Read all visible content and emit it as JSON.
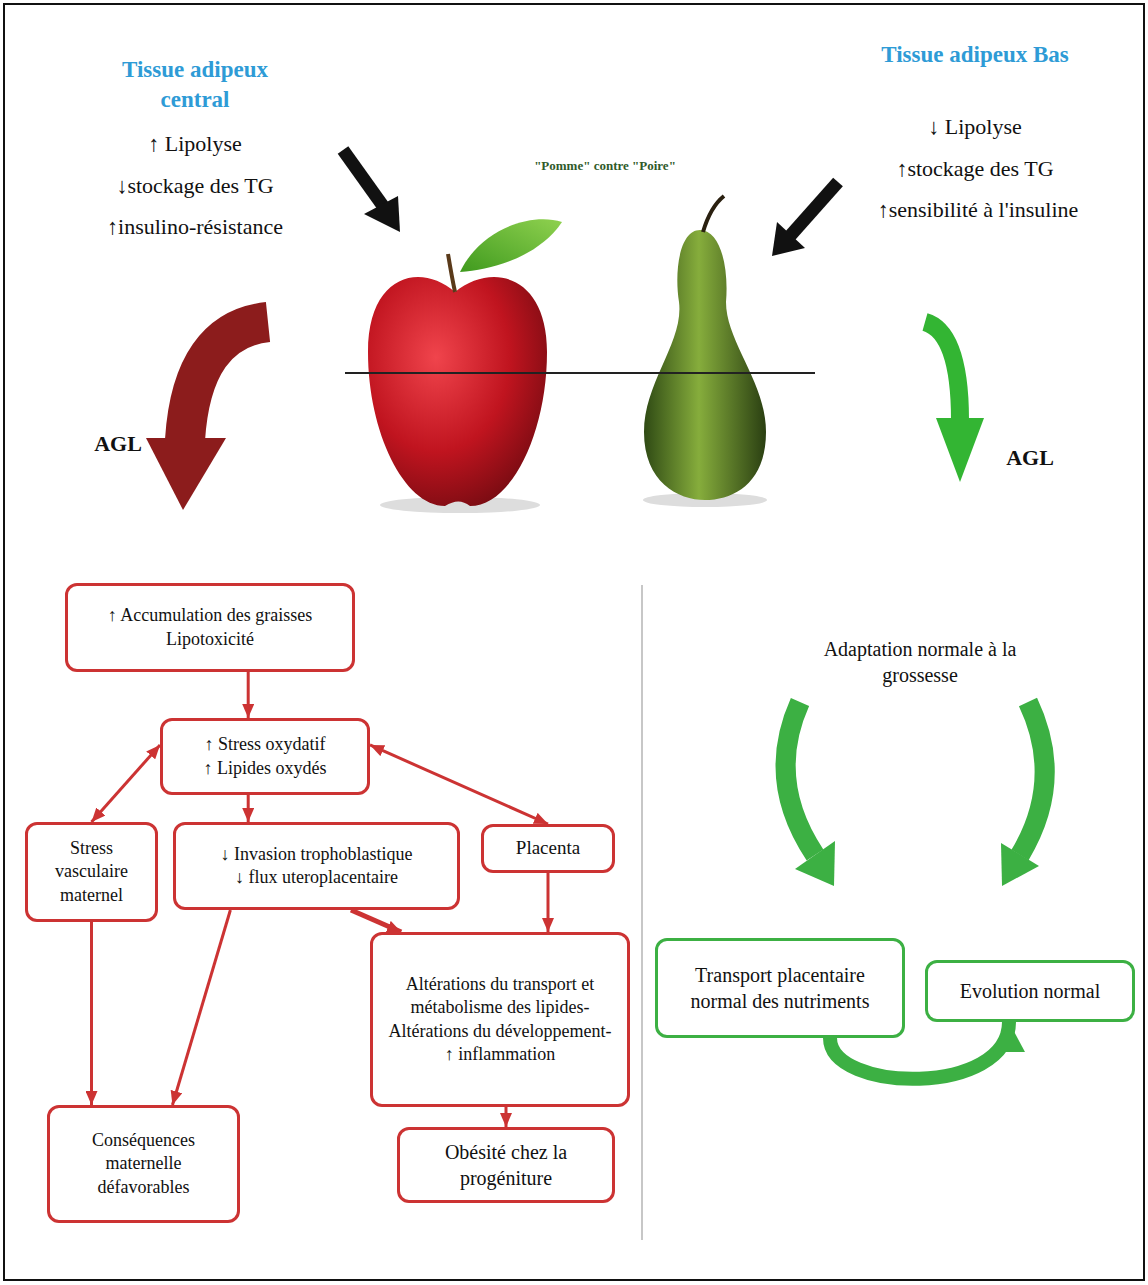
{
  "diagram": {
    "nodes": [
      {
        "text": [
          "↑ Accumulation des graisses",
          "Lipotoxicité"
        ]
      },
      {
        "text": [
          "↑ Stress oxydatif",
          "↑ Lipides oxydés"
        ]
      },
      {
        "text": [
          "Stress vasculaire maternel"
        ]
      },
      {
        "text": [
          "↓ Invasion trophoblastique",
          "↓ flux uteroplacentaire"
        ]
      },
      {
        "text": [
          "Placenta"
        ]
      },
      {
        "text": [
          "Altérations du transport et métabolisme des lipides- Altérations du développement-",
          "↑ inflammation"
        ]
      },
      {
        "text": [
          "Conséquences maternelle défavorables"
        ]
      },
      {
        "text": [
          "Obésité chez la progéniture"
        ]
      },
      {
        "text": [
          "Transport placentaire normal des nutriments"
        ]
      },
      {
        "text": [
          "Evolution normal"
        ]
      }
    ],
    "edges": [
      {
        "from": 0,
        "to": 1,
        "arrow": "to"
      },
      {
        "from": 1,
        "to": 2,
        "arrow": "both"
      },
      {
        "from": 1,
        "to": 3,
        "arrow": "to"
      },
      {
        "from": 1,
        "to": 4,
        "arrow": "both"
      },
      {
        "from": 2,
        "to": 6,
        "arrow": "to"
      },
      {
        "from": 3,
        "to": 6,
        "arrow": "to"
      },
      {
        "from": 3,
        "to": 5,
        "arrow": "to"
      },
      {
        "from": 4,
        "to": 5,
        "arrow": "to"
      },
      {
        "from": 5,
        "to": 7,
        "arrow": "to"
      },
      {
        "from": 8,
        "to": 9,
        "arrow": "to"
      }
    ],
    "labels": [
      "Tissue adipeux central",
      "↑ Lipolyse",
      "↓stockage des TG",
      "↑insulino-résistance",
      "\"Pomme\" contre \"Poire\"",
      "Tissue adipeux Bas",
      "↓ Lipolyse",
      "↑stockage des TG",
      "↑sensibilité à l'insuline",
      "AGL",
      "AGL",
      "Adaptation normale à la grossesse"
    ]
  }
}
